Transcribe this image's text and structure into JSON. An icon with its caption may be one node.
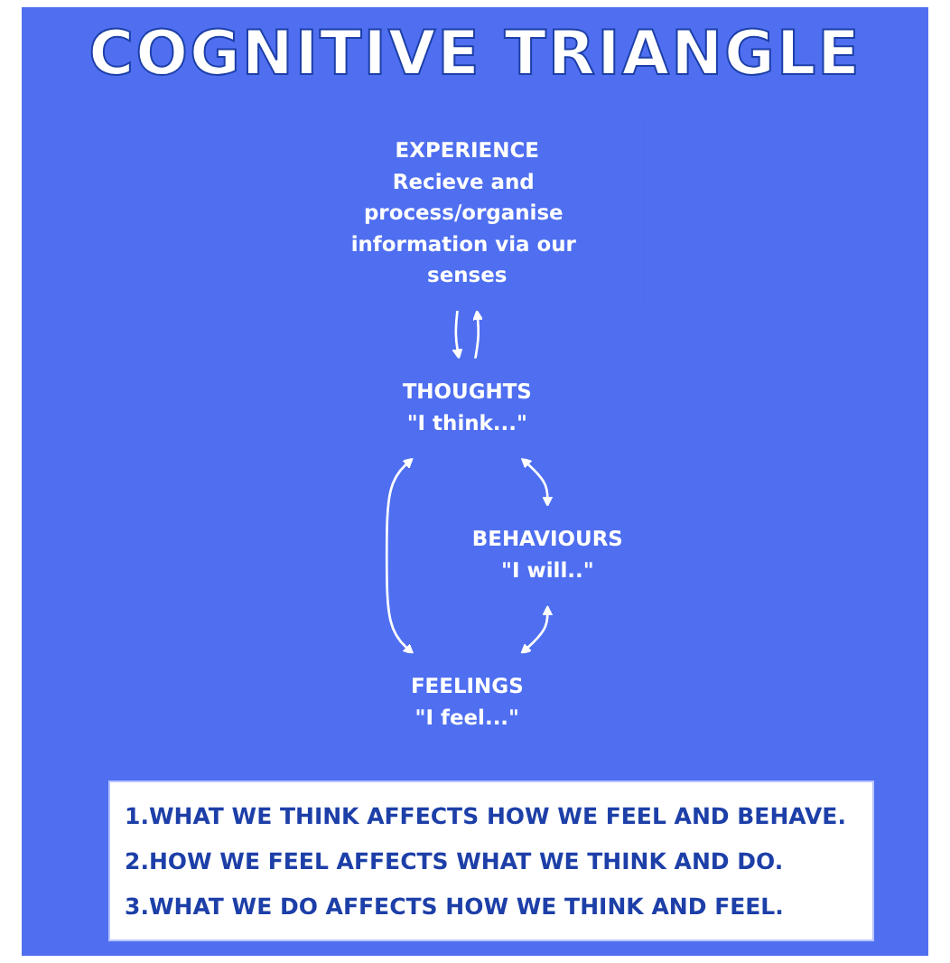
{
  "diagram": {
    "title": "COGNITIVE TRIANGLE",
    "nodes": [
      {
        "text": [
          "EXPERIENCE",
          "Recieve and process/organise information via our senses"
        ]
      },
      {
        "text": [
          "THOUGHTS",
          "\"I think...\""
        ]
      },
      {
        "text": [
          "BEHAVIOURS",
          "\"I will..\""
        ]
      },
      {
        "text": [
          "FEELINGS",
          "\"I feel...\""
        ]
      }
    ],
    "edges": [
      {
        "from": 1,
        "to": 0,
        "arrow": "to"
      },
      {
        "from": 0,
        "to": 1,
        "arrow": "to"
      },
      {
        "from": 1,
        "to": 2,
        "arrow": "both"
      },
      {
        "from": 1,
        "to": 3,
        "arrow": "both"
      },
      {
        "from": 2,
        "to": 3,
        "arrow": "both"
      }
    ],
    "labels": [
      "1.WHAT WE THINK AFFECTS HOW WE FEEL AND BEHAVE.",
      "2.HOW WE FEEL AFFECTS WHAT WE THINK AND DO.",
      "3.WHAT WE DO AFFECTS HOW WE THINK AND FEEL."
    ]
  }
}
